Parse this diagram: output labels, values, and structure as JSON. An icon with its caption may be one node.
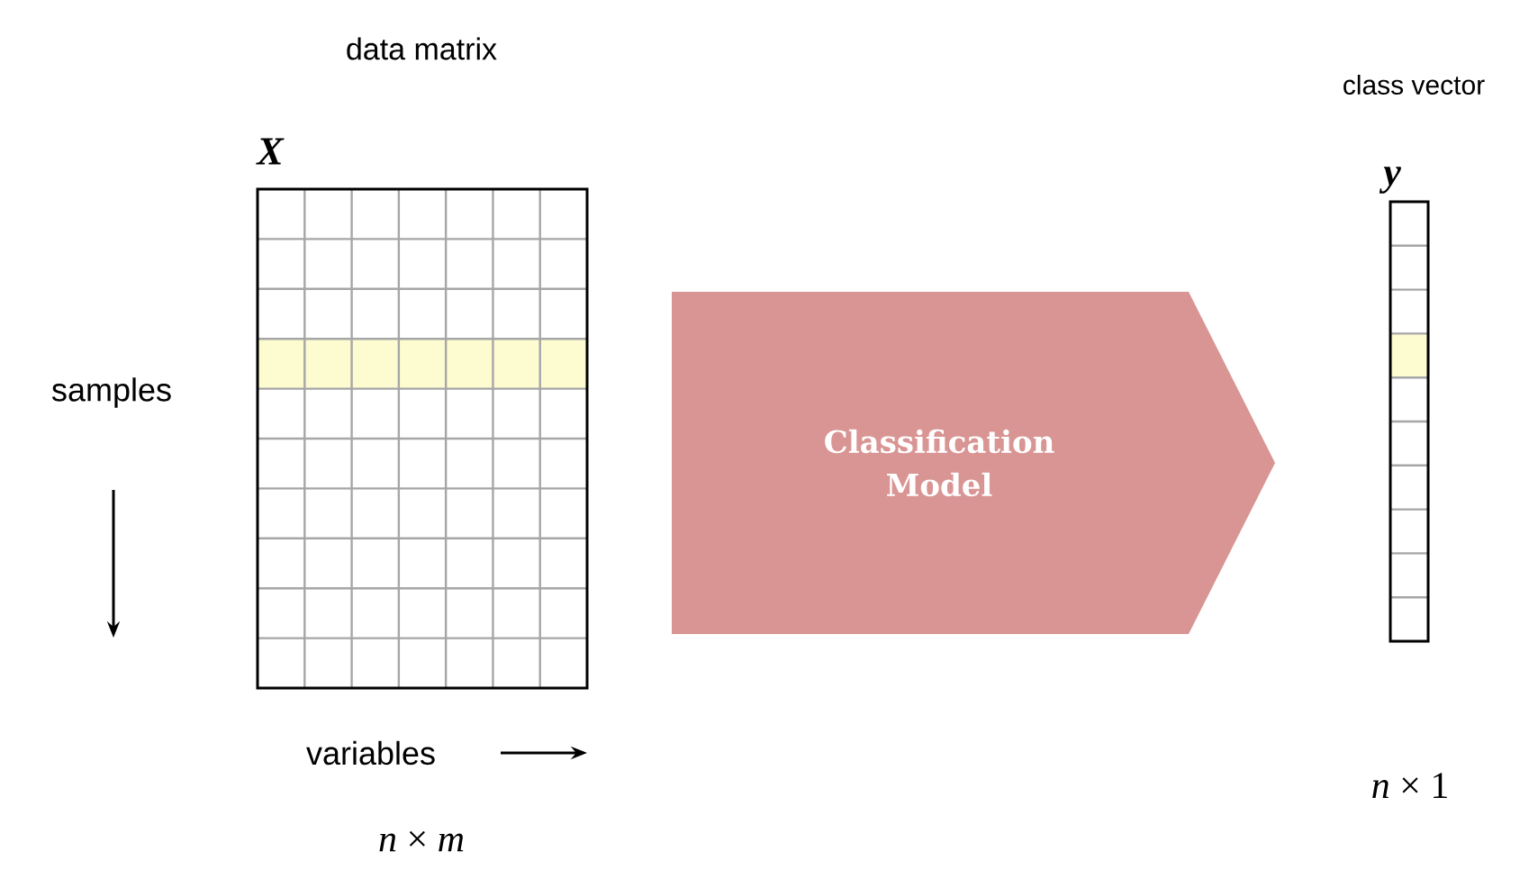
{
  "diagram": {
    "nodes": [
      {
        "text": [
          "data matrix",
          "X"
        ],
        "beside": [
          "*n* × *m*"
        ]
      },
      {
        "text": [
          "Classification Model"
        ]
      },
      {
        "text": [
          "class vector",
          "y"
        ],
        "beside": [
          "*n* × 1"
        ]
      }
    ],
    "labels": [
      "samples",
      "variables"
    ]
  }
}
